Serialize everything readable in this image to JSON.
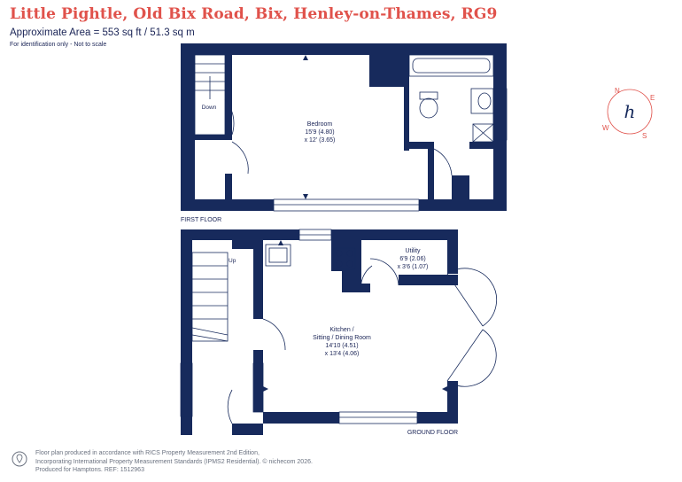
{
  "header": {
    "title": "Little Pightle, Old Bix Road, Bix, Henley-on-Thames, RG9",
    "area": "Approximate Area = 553 sq ft / 51.3 sq m",
    "identification": "For identification only - Not to scale"
  },
  "first_floor": {
    "label": "FIRST FLOOR",
    "stairs_label": "Down",
    "bedroom": {
      "name": "Bedroom",
      "dim_ft": "15'9 (4.80)",
      "dim_m": "x 12' (3.65)"
    }
  },
  "ground_floor": {
    "label": "GROUND FLOOR",
    "stairs_label": "Up",
    "utility": {
      "name": "Utility",
      "dim_ft": "6'9 (2.06)",
      "dim_m": "x 3'6 (1.07)"
    },
    "kitchen": {
      "name": "Kitchen /",
      "name2": "Sitting / Dining Room",
      "dim_ft": "14'10 (4.51)",
      "dim_m": "x 13'4 (4.06)"
    }
  },
  "compass": {
    "n": "N",
    "e": "E",
    "s": "S",
    "w": "W",
    "logo": "h"
  },
  "footer": {
    "line1": "Floor plan produced in accordance with RICS Property Measurement 2nd Edition,",
    "line2": "Incorporating International Property Measurement Standards (IPMS2 Residential).  © nichecom 2026.",
    "line3": "Produced for Hamptons.   REF:  1512963"
  },
  "colors": {
    "wall": "#172a5c",
    "title": "#e0524b",
    "compass": "#e0524b"
  }
}
